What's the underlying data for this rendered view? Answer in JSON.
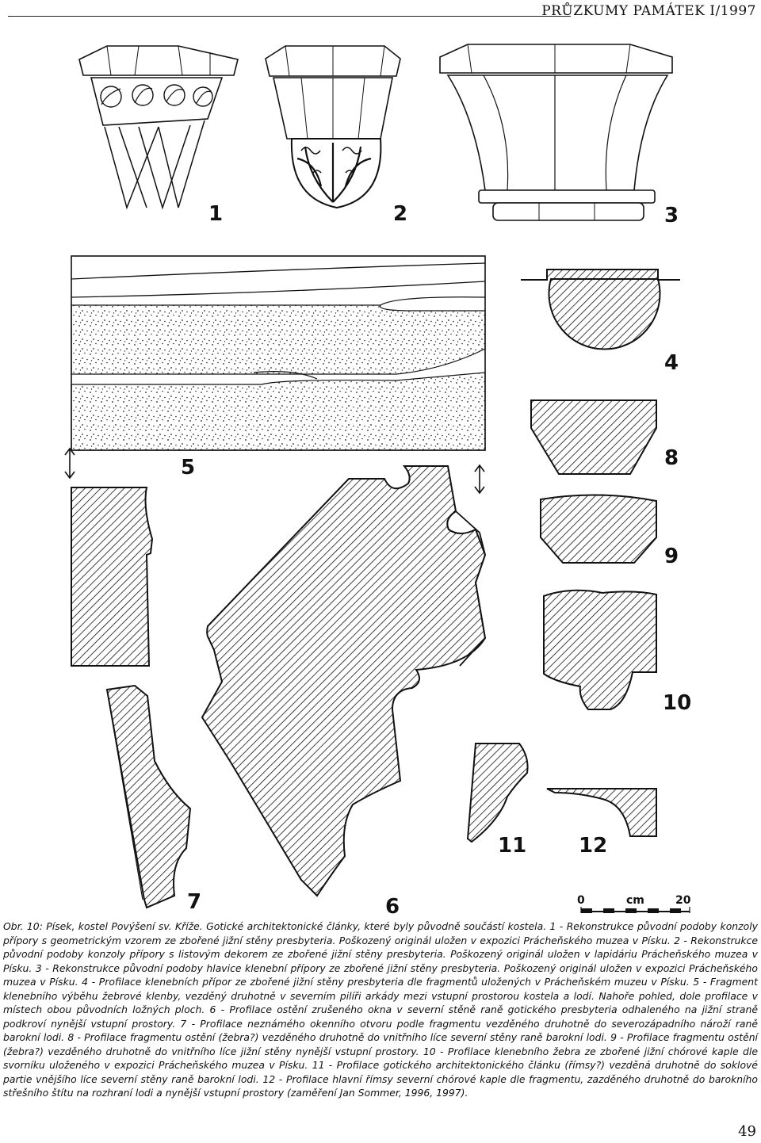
{
  "header": {
    "journal_title": "PRŮZKUMY PAMÁTEK I/1997"
  },
  "figure": {
    "labels": {
      "n1": "1",
      "n2": "2",
      "n3": "3",
      "n4": "4",
      "n5": "5",
      "n6": "6",
      "n7": "7",
      "n8": "8",
      "n9": "9",
      "n10": "10",
      "n11": "11",
      "n12": "12"
    },
    "scale": {
      "start": "0",
      "unit": "cm",
      "end": "20"
    }
  },
  "caption": {
    "text": "Obr. 10: Písek, kostel Povýšení sv. Kříže. Gotické architektonické články, které byly původně součástí kostela. 1 - Rekonstrukce původní podoby konzoly přípory s geometrickým vzorem ze zbořené jižní stěny presbyteria. Poškozený originál uložen v expozici Prácheňského muzea v Písku. 2 - Rekonstrukce původní podoby konzoly přípory s listovým dekorem ze zbořené jižní stěny presbyteria. Poškozený originál uložen v lapidáriu Prácheňského muzea v Písku. 3 - Rekonstrukce původní podoby hlavice klenební přípory ze zbořené jižní stěny presbyteria. Poškozený originál uložen v expozici Prácheňského muzea v Písku. 4 - Profilace klenebních přípor ze zbořené jižní stěny presbyteria dle fragmentů uložených v Prácheňském muzeu v Písku. 5 - Fragment klenebního výběhu žebrové klenby, vezděný druhotně v severním pilíři arkády mezi vstupní prostorou kostela a lodí. Nahoře pohled, dole profilace v místech obou původních ložných ploch. 6 - Profilace ostění zrušeného okna v severní stěně raně gotického presbyteria odhaleného na jižní straně podkroví nynější vstupní prostory. 7 - Profilace neznámého okenního otvoru podle fragmentu vezděného druhotně do severozápadního nároží raně barokní lodi. 8 - Profilace fragmentu ostění (žebra?) vezděného druhotně do vnitřního líce severní stěny raně barokní lodi. 9 - Profilace fragmentu ostění (žebra?) vezděného druhotně do vnitřního líce jižní stěny nynější vstupní prostory. 10 - Profilace klenebního žebra ze zbořené jižní chórové kaple dle svorníku uloženého v expozici Prácheňského muzea v Písku. 11 - Profilace gotického architektonického článku (římsy?) vezděná druhotně do soklové partie vnějšího líce severní stěny raně barokní lodi. 12 - Profilace hlavní římsy severní chórové kaple dle fragmentu, zazděného druhotně do barokního střešního štítu na rozhraní lodi a nynější vstupní prostory (zaměření Jan Sommer, 1996, 1997)."
  },
  "page_number": "49"
}
